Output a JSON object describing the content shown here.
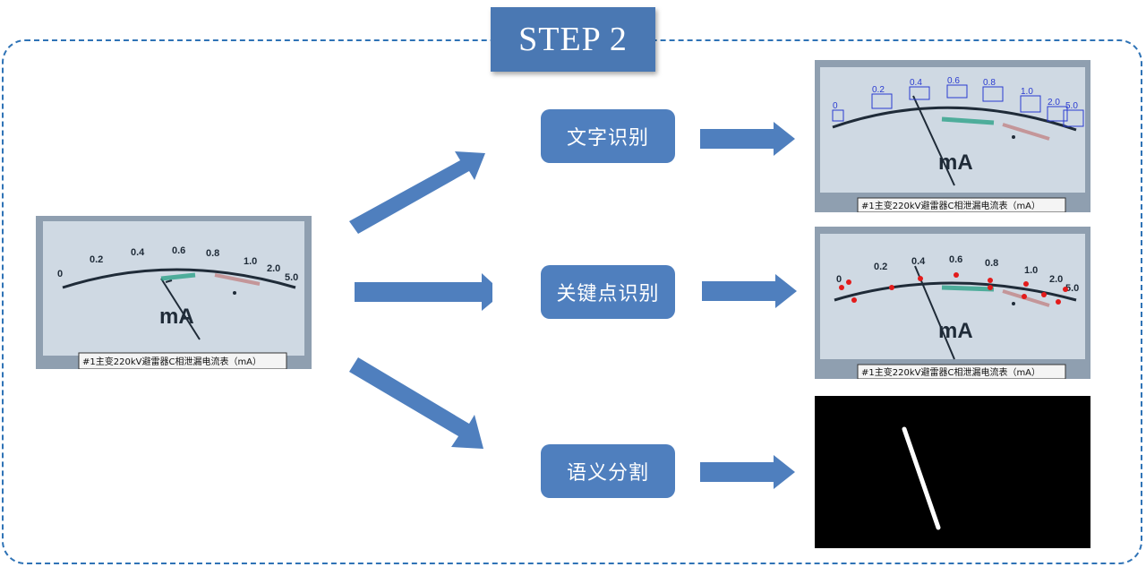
{
  "step": {
    "title": "STEP 2"
  },
  "methods": [
    {
      "label": "文字识别"
    },
    {
      "label": "关键点识别"
    },
    {
      "label": "语义分割"
    }
  ],
  "gauge": {
    "unit": "mA",
    "nameplate": "#1主变220kV避雷器C相泄漏电流表（mA）",
    "scale_labels": [
      "0",
      "0.2",
      "0.4",
      "0.6",
      "0.8",
      "1.0",
      "2.0",
      "5.0"
    ]
  },
  "colors": {
    "accent": "#4f7fbe",
    "frame_border": "#2f73b6",
    "ocr_box": "#2a3bd0",
    "keypoint": "#e31b1b",
    "mask_background": "#000000",
    "mask_pointer": "#ffffff"
  }
}
